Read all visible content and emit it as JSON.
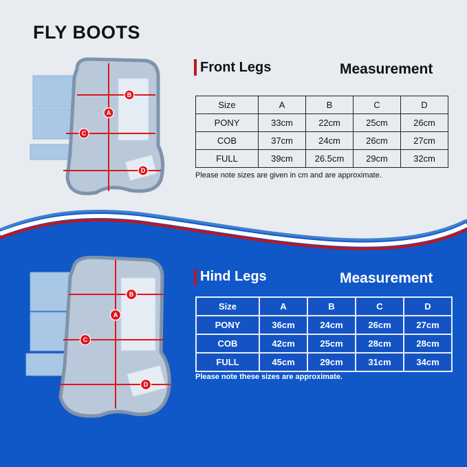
{
  "title": "FLY BOOTS",
  "colors": {
    "accent_red": "#c0161c",
    "blue_bg": "#1057c8",
    "light_bg": "#e8ebef",
    "stripe_blue": "#3f7fd0"
  },
  "front": {
    "heading": "Front Legs",
    "measurement_label": "Measurement",
    "columns": [
      "Size",
      "A",
      "B",
      "C",
      "D"
    ],
    "rows": [
      [
        "PONY",
        "33cm",
        "22cm",
        "25cm",
        "26cm"
      ],
      [
        "COB",
        "37cm",
        "24cm",
        "26cm",
        "27cm"
      ],
      [
        "FULL",
        "39cm",
        "26.5cm",
        "29cm",
        "32cm"
      ]
    ],
    "note": "Please note sizes are given in cm and are approximate."
  },
  "hind": {
    "heading": "Hind Legs",
    "measurement_label": "Measurement",
    "columns": [
      "Size",
      "A",
      "B",
      "C",
      "D"
    ],
    "rows": [
      [
        "PONY",
        "36cm",
        "24cm",
        "26cm",
        "27cm"
      ],
      [
        "COB",
        "42cm",
        "25cm",
        "28cm",
        "28cm"
      ],
      [
        "FULL",
        "45cm",
        "29cm",
        "31cm",
        "34cm"
      ]
    ],
    "note": "Please note these sizes are approximate."
  },
  "diagram_labels": {
    "a": "A",
    "b": "B",
    "c": "C",
    "d": "D"
  }
}
